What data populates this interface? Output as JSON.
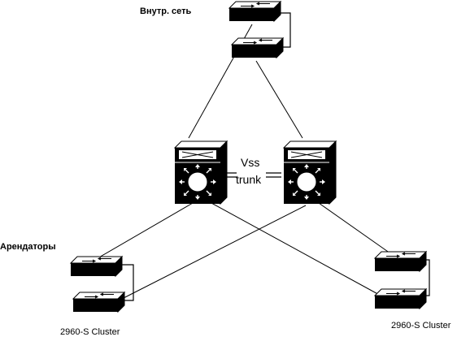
{
  "labels": {
    "internal_net": "Внутр. сеть",
    "tenants": "Арендаторы",
    "cluster_left": "2960-S Cluster",
    "cluster_right": "2960-S Cluster",
    "vss": "Vss",
    "trunk": "trunk"
  },
  "colors": {
    "device_face": "#000000",
    "device_top": "#ffffff",
    "link": "#000000",
    "background": "#ffffff"
  },
  "devices": [
    {
      "name": "core-switch-left",
      "icon": "multilayer-switch-icon"
    },
    {
      "name": "core-switch-right",
      "icon": "multilayer-switch-icon"
    },
    {
      "name": "internal-switch-1",
      "icon": "workgroup-switch-icon"
    },
    {
      "name": "internal-switch-2",
      "icon": "workgroup-switch-icon"
    },
    {
      "name": "tenant-switch-1",
      "icon": "workgroup-switch-icon"
    },
    {
      "name": "tenant-switch-2",
      "icon": "workgroup-switch-icon"
    },
    {
      "name": "cluster-switch-1",
      "icon": "workgroup-switch-icon"
    },
    {
      "name": "cluster-switch-2",
      "icon": "workgroup-switch-icon"
    }
  ]
}
